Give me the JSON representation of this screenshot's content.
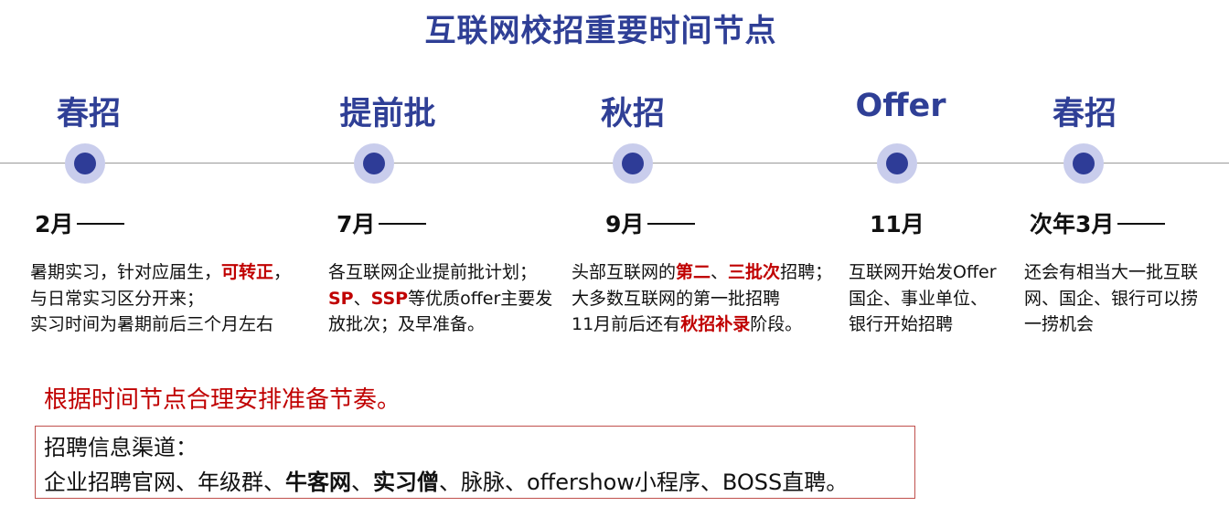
{
  "title": "互联网校招重要时间节点",
  "stages": [
    {
      "label": "春招",
      "month": "2月",
      "desc": [
        "暑期实习，针对应届生，",
        "可转正",
        "，",
        "与日常实习区分开来；",
        "实习时间为暑期前后三个月左右"
      ]
    },
    {
      "label": "提前批",
      "month": "7月",
      "desc": [
        "各互联网企业提前批计划；",
        "SP",
        "、",
        "SSP",
        "等优质offer主要发",
        "放批次；及早准备。"
      ]
    },
    {
      "label": "秋招",
      "month": "9月",
      "desc": [
        "头部互联网的",
        "第二",
        "、",
        "三批次",
        "招聘；",
        "大多数互联网的第一批招聘",
        "11月前后还有",
        "秋招补录",
        "阶段。"
      ]
    },
    {
      "label": "Offer",
      "month": "11月",
      "desc": [
        "互联网开始发Offer",
        "国企、事业单位、",
        "银行开始招聘"
      ]
    },
    {
      "label": "春招",
      "month": "次年3月",
      "desc": [
        "还会有相当大一批互联",
        "网、国企、银行可以捞",
        "一捞机会"
      ]
    }
  ],
  "tip": "根据时间节点合理安排准备节奏。",
  "channels": {
    "heading": "招聘信息渠道：",
    "parts": [
      "企业招聘官网、年级群、",
      "牛客网",
      "、",
      "实习僧",
      "、脉脉、offershow小程序、BOSS直聘。"
    ]
  },
  "colors": {
    "accent": "#2f3f96",
    "highlight": "#c00000",
    "dot": "#2e3c97",
    "ring": "#c9cdec"
  }
}
